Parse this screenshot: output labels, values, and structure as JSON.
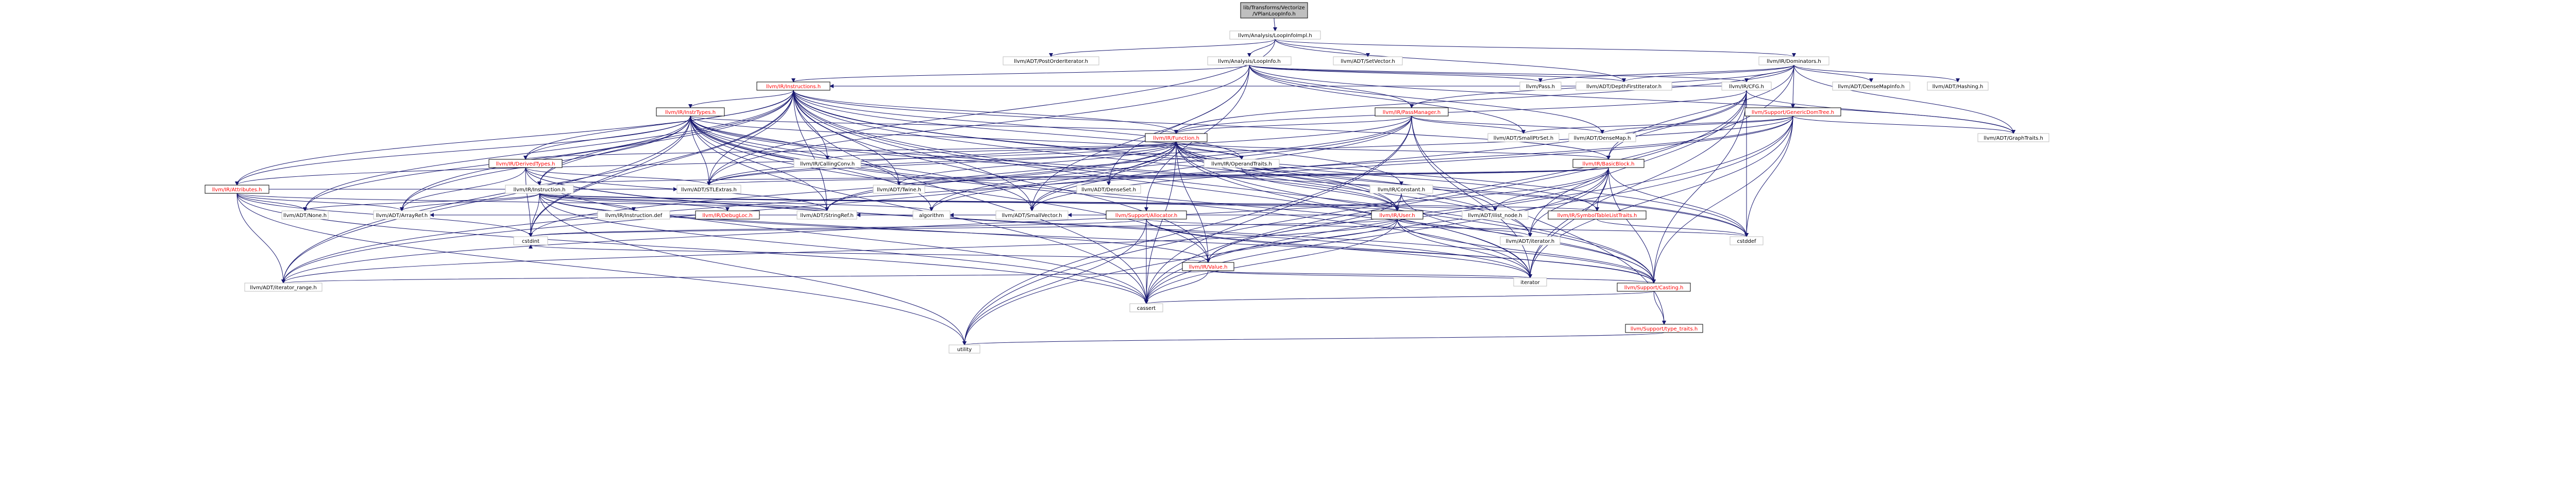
{
  "colors": {
    "edge": "#191970",
    "root_fill": "#bfbfbf",
    "node_fill": "#ffffff",
    "node_stroke_plain": "#bfbfbf",
    "node_stroke_linked": "#000000",
    "text_plain": "#000000",
    "text_linked": "#ff0000"
  },
  "nodes": [
    {
      "id": "root",
      "label": "lib/Transforms/Vectorize\n/VPlanLoopInfo.h",
      "kind": "root"
    },
    {
      "id": "loopinfoimpl",
      "label": "llvm/Analysis/LoopInfoImpl.h",
      "kind": "plain"
    },
    {
      "id": "postorder",
      "label": "llvm/ADT/PostOrderIterator.h",
      "kind": "plain"
    },
    {
      "id": "loopinfo",
      "label": "llvm/Analysis/LoopInfo.h",
      "kind": "plain"
    },
    {
      "id": "setvector",
      "label": "llvm/ADT/SetVector.h",
      "kind": "plain"
    },
    {
      "id": "dominators",
      "label": "llvm/IR/Dominators.h",
      "kind": "plain"
    },
    {
      "id": "instructions",
      "label": "llvm/IR/Instructions.h",
      "kind": "linked"
    },
    {
      "id": "pass",
      "label": "llvm/Pass.h",
      "kind": "plain"
    },
    {
      "id": "dfi",
      "label": "llvm/ADT/DepthFirstIterator.h",
      "kind": "plain"
    },
    {
      "id": "cfg",
      "label": "llvm/IR/CFG.h",
      "kind": "plain"
    },
    {
      "id": "densemapinfo",
      "label": "llvm/ADT/DenseMapInfo.h",
      "kind": "plain"
    },
    {
      "id": "hashing",
      "label": "llvm/ADT/Hashing.h",
      "kind": "plain"
    },
    {
      "id": "insttypes",
      "label": "llvm/IR/InstrTypes.h",
      "kind": "linked"
    },
    {
      "id": "passmanager",
      "label": "llvm/IR/PassManager.h",
      "kind": "linked"
    },
    {
      "id": "gendomtree",
      "label": "llvm/Support/GenericDomTree.h",
      "kind": "linked"
    },
    {
      "id": "function",
      "label": "llvm/IR/Function.h",
      "kind": "linked"
    },
    {
      "id": "smallptrset",
      "label": "llvm/ADT/SmallPtrSet.h",
      "kind": "plain"
    },
    {
      "id": "densemap",
      "label": "llvm/ADT/DenseMap.h",
      "kind": "plain"
    },
    {
      "id": "graphtraits",
      "label": "llvm/ADT/GraphTraits.h",
      "kind": "plain"
    },
    {
      "id": "derivedtypes",
      "label": "llvm/IR/DerivedTypes.h",
      "kind": "linked"
    },
    {
      "id": "callingconv",
      "label": "llvm/IR/CallingConv.h",
      "kind": "plain"
    },
    {
      "id": "operandtraits",
      "label": "llvm/IR/OperandTraits.h",
      "kind": "plain"
    },
    {
      "id": "basicblock",
      "label": "llvm/IR/BasicBlock.h",
      "kind": "linked"
    },
    {
      "id": "attributes",
      "label": "llvm/IR/Attributes.h",
      "kind": "linked"
    },
    {
      "id": "stlextras",
      "label": "llvm/ADT/STLExtras.h",
      "kind": "plain"
    },
    {
      "id": "twine",
      "label": "llvm/ADT/Twine.h",
      "kind": "plain"
    },
    {
      "id": "densesetdf",
      "label": "llvm/ADT/DenseSet.h",
      "kind": "plain"
    },
    {
      "id": "constant",
      "label": "llvm/IR/Constant.h",
      "kind": "plain"
    },
    {
      "id": "instruction",
      "label": "llvm/IR/Instruction.h",
      "kind": "plain"
    },
    {
      "id": "allocator",
      "label": "llvm/Support/Allocator.h",
      "kind": "linked"
    },
    {
      "id": "none",
      "label": "llvm/ADT/None.h",
      "kind": "plain"
    },
    {
      "id": "arrayref",
      "label": "llvm/ADT/ArrayRef.h",
      "kind": "plain"
    },
    {
      "id": "instdef",
      "label": "llvm/IR/Instruction.def",
      "kind": "plain"
    },
    {
      "id": "debugloc",
      "label": "llvm/IR/DebugLoc.h",
      "kind": "linked"
    },
    {
      "id": "stringref",
      "label": "llvm/ADT/StringRef.h",
      "kind": "plain"
    },
    {
      "id": "algorithm",
      "label": "algorithm",
      "kind": "plain"
    },
    {
      "id": "smallvector",
      "label": "llvm/ADT/SmallVector.h",
      "kind": "plain"
    },
    {
      "id": "user",
      "label": "llvm/IR/User.h",
      "kind": "linked"
    },
    {
      "id": "ilistnode",
      "label": "llvm/ADT/ilist_node.h",
      "kind": "plain"
    },
    {
      "id": "symtraits",
      "label": "llvm/IR/SymbolTableListTraits.h",
      "kind": "linked"
    },
    {
      "id": "cstdint",
      "label": "cstdint",
      "kind": "plain"
    },
    {
      "id": "adtiterator",
      "label": "llvm/ADT/iterator.h",
      "kind": "plain"
    },
    {
      "id": "cstddef",
      "label": "cstddef",
      "kind": "plain"
    },
    {
      "id": "value",
      "label": "llvm/IR/Value.h",
      "kind": "linked"
    },
    {
      "id": "iterrange",
      "label": "llvm/ADT/iterator_range.h",
      "kind": "plain"
    },
    {
      "id": "iterator",
      "label": "iterator",
      "kind": "plain"
    },
    {
      "id": "casting",
      "label": "llvm/Support/Casting.h",
      "kind": "linked"
    },
    {
      "id": "cassert",
      "label": "cassert",
      "kind": "plain"
    },
    {
      "id": "typetraits",
      "label": "llvm/Support/type_traits.h",
      "kind": "linked"
    },
    {
      "id": "utility",
      "label": "utility",
      "kind": "plain"
    }
  ],
  "edges": [
    [
      "root",
      "loopinfoimpl"
    ],
    [
      "loopinfoimpl",
      "postorder"
    ],
    [
      "loopinfoimpl",
      "loopinfo"
    ],
    [
      "loopinfoimpl",
      "setvector"
    ],
    [
      "loopinfoimpl",
      "dominators"
    ],
    [
      "loopinfoimpl",
      "dfi"
    ],
    [
      "loopinfoimpl",
      "stlextras"
    ],
    [
      "loopinfo",
      "instructions"
    ],
    [
      "loopinfo",
      "pass"
    ],
    [
      "loopinfo",
      "cfg"
    ],
    [
      "loopinfo",
      "passmanager"
    ],
    [
      "loopinfo",
      "smallptrset"
    ],
    [
      "loopinfo",
      "densemap"
    ],
    [
      "loopinfo",
      "graphtraits"
    ],
    [
      "loopinfo",
      "densesetdf"
    ],
    [
      "loopinfo",
      "allocator"
    ],
    [
      "loopinfo",
      "smallvector"
    ],
    [
      "loopinfo",
      "stlextras"
    ],
    [
      "loopinfo",
      "dfi"
    ],
    [
      "dominators",
      "pass"
    ],
    [
      "dominators",
      "dfi"
    ],
    [
      "dominators",
      "cfg"
    ],
    [
      "dominators",
      "densemapinfo"
    ],
    [
      "dominators",
      "hashing"
    ],
    [
      "dominators",
      "gendomtree"
    ],
    [
      "dominators",
      "basicblock"
    ],
    [
      "dominators",
      "passmanager"
    ],
    [
      "dominators",
      "graphtraits"
    ],
    [
      "dominators",
      "function"
    ],
    [
      "dominators",
      "utility"
    ],
    [
      "instructions",
      "insttypes"
    ],
    [
      "instructions",
      "function"
    ],
    [
      "instructions",
      "callingconv"
    ],
    [
      "instructions",
      "operandtraits"
    ],
    [
      "instructions",
      "derivedtypes"
    ],
    [
      "instructions",
      "attributes"
    ],
    [
      "instructions",
      "instruction"
    ],
    [
      "instructions",
      "stlextras"
    ],
    [
      "instructions",
      "twine"
    ],
    [
      "instructions",
      "constant"
    ],
    [
      "instructions",
      "basicblock"
    ],
    [
      "instructions",
      "user"
    ],
    [
      "instructions",
      "value"
    ],
    [
      "instructions",
      "casting"
    ],
    [
      "instructions",
      "cassert"
    ],
    [
      "instructions",
      "iterrange"
    ],
    [
      "instructions",
      "none"
    ],
    [
      "instructions",
      "arrayref"
    ],
    [
      "instructions",
      "stringref"
    ],
    [
      "instructions",
      "cstddef"
    ],
    [
      "instructions",
      "cstdint"
    ],
    [
      "instructions",
      "iterator"
    ],
    [
      "instructions",
      "adtiterator"
    ],
    [
      "instructions",
      "smallvector"
    ],
    [
      "cfg",
      "function"
    ],
    [
      "cfg",
      "basicblock"
    ],
    [
      "cfg",
      "graphtraits"
    ],
    [
      "cfg",
      "adtiterator"
    ],
    [
      "cfg",
      "iterrange"
    ],
    [
      "cfg",
      "instructions"
    ],
    [
      "cfg",
      "casting"
    ],
    [
      "cfg",
      "cassert"
    ],
    [
      "cfg",
      "cstddef"
    ],
    [
      "cfg",
      "iterator"
    ],
    [
      "insttypes",
      "function"
    ],
    [
      "insttypes",
      "derivedtypes"
    ],
    [
      "insttypes",
      "callingconv"
    ],
    [
      "insttypes",
      "operandtraits"
    ],
    [
      "insttypes",
      "attributes"
    ],
    [
      "insttypes",
      "instruction"
    ],
    [
      "insttypes",
      "stlextras"
    ],
    [
      "insttypes",
      "twine"
    ],
    [
      "insttypes",
      "user"
    ],
    [
      "insttypes",
      "value"
    ],
    [
      "insttypes",
      "casting"
    ],
    [
      "insttypes",
      "arrayref"
    ],
    [
      "insttypes",
      "none"
    ],
    [
      "insttypes",
      "stringref"
    ],
    [
      "insttypes",
      "algorithm"
    ],
    [
      "insttypes",
      "cassert"
    ],
    [
      "insttypes",
      "cstddef"
    ],
    [
      "insttypes",
      "cstdint"
    ],
    [
      "insttypes",
      "iterator"
    ],
    [
      "insttypes",
      "smallvector"
    ],
    [
      "insttypes",
      "iterrange"
    ],
    [
      "insttypes",
      "string"
    ],
    [
      "passmanager",
      "function"
    ],
    [
      "passmanager",
      "smallptrset"
    ],
    [
      "passmanager",
      "densemap"
    ],
    [
      "passmanager",
      "stlextras"
    ],
    [
      "passmanager",
      "smallvector"
    ],
    [
      "passmanager",
      "stringref"
    ],
    [
      "passmanager",
      "typetraits"
    ],
    [
      "passmanager",
      "cassert"
    ],
    [
      "passmanager",
      "cstring"
    ],
    [
      "passmanager",
      "iterator"
    ],
    [
      "passmanager",
      "utility"
    ],
    [
      "passmanager",
      "algorithm"
    ],
    [
      "gendomtree",
      "smallptrset"
    ],
    [
      "gendomtree",
      "densemap"
    ],
    [
      "gendomtree",
      "graphtraits"
    ],
    [
      "gendomtree",
      "stlextras"
    ],
    [
      "gendomtree",
      "smallvector"
    ],
    [
      "gendomtree",
      "casting"
    ],
    [
      "gendomtree",
      "cassert"
    ],
    [
      "gendomtree",
      "cstddef"
    ],
    [
      "gendomtree",
      "iterator"
    ],
    [
      "gendomtree",
      "utility"
    ],
    [
      "gendomtree",
      "algorithm"
    ],
    [
      "function",
      "derivedtypes"
    ],
    [
      "function",
      "callingconv"
    ],
    [
      "function",
      "operandtraits"
    ],
    [
      "function",
      "basicblock"
    ],
    [
      "function",
      "attributes"
    ],
    [
      "function",
      "stlextras"
    ],
    [
      "function",
      "twine"
    ],
    [
      "function",
      "densesetdf"
    ],
    [
      "function",
      "ilistnode"
    ],
    [
      "function",
      "symtraits"
    ],
    [
      "function",
      "user"
    ],
    [
      "function",
      "value"
    ],
    [
      "function",
      "casting"
    ],
    [
      "function",
      "iterrange"
    ],
    [
      "function",
      "stringref"
    ],
    [
      "function",
      "cassert"
    ],
    [
      "function",
      "cstddef"
    ],
    [
      "function",
      "cstdint"
    ],
    [
      "function",
      "iterator"
    ],
    [
      "function",
      "smallvector"
    ],
    [
      "function",
      "adtiterator"
    ],
    [
      "derivedtypes",
      "stlextras"
    ],
    [
      "derivedtypes",
      "arrayref"
    ],
    [
      "derivedtypes",
      "stringref"
    ],
    [
      "derivedtypes",
      "casting"
    ],
    [
      "derivedtypes",
      "cassert"
    ],
    [
      "derivedtypes",
      "cstdint"
    ],
    [
      "derivedtypes",
      "iterator"
    ],
    [
      "basicblock",
      "twine"
    ],
    [
      "basicblock",
      "ilistnode"
    ],
    [
      "basicblock",
      "symtraits"
    ],
    [
      "basicblock",
      "instruction"
    ],
    [
      "basicblock",
      "value"
    ],
    [
      "basicblock",
      "casting"
    ],
    [
      "basicblock",
      "cassert"
    ],
    [
      "basicblock",
      "cstddef"
    ],
    [
      "basicblock",
      "iterator"
    ],
    [
      "basicblock",
      "iterrange"
    ],
    [
      "basicblock",
      "adtiterator"
    ],
    [
      "basicblock",
      "stlextras"
    ],
    [
      "attributes",
      "arrayref"
    ],
    [
      "attributes",
      "none"
    ],
    [
      "attributes",
      "stringref"
    ],
    [
      "attributes",
      "stlextras"
    ],
    [
      "attributes",
      "cassert"
    ],
    [
      "attributes",
      "cstdint"
    ],
    [
      "attributes",
      "utility"
    ],
    [
      "attributes",
      "iterrange"
    ],
    [
      "constant",
      "user"
    ],
    [
      "constant",
      "value"
    ],
    [
      "constant",
      "casting"
    ],
    [
      "operandtraits",
      "user"
    ],
    [
      "instruction",
      "arrayref"
    ],
    [
      "instruction",
      "none"
    ],
    [
      "instruction",
      "stringref"
    ],
    [
      "instruction",
      "instdef"
    ],
    [
      "instruction",
      "debugloc"
    ],
    [
      "instruction",
      "symtraits"
    ],
    [
      "instruction",
      "user"
    ],
    [
      "instruction",
      "value"
    ],
    [
      "instruction",
      "ilistnode"
    ],
    [
      "instruction",
      "algorithm"
    ],
    [
      "instruction",
      "casting"
    ],
    [
      "instruction",
      "cassert"
    ],
    [
      "instruction",
      "cstdint"
    ],
    [
      "instruction",
      "utility"
    ],
    [
      "allocator",
      "smallvector"
    ],
    [
      "allocator",
      "casting"
    ],
    [
      "allocator",
      "algorithm"
    ],
    [
      "allocator",
      "cassert"
    ],
    [
      "allocator",
      "cstddef"
    ],
    [
      "allocator",
      "cstdint"
    ],
    [
      "allocator",
      "iterator"
    ],
    [
      "allocator",
      "utility"
    ],
    [
      "user",
      "value"
    ],
    [
      "user",
      "casting"
    ],
    [
      "user",
      "iterrange"
    ],
    [
      "user",
      "adtiterator"
    ],
    [
      "user",
      "arrayref"
    ],
    [
      "user",
      "cassert"
    ],
    [
      "user",
      "cstdint"
    ],
    [
      "user",
      "iterator"
    ],
    [
      "user",
      "stringref"
    ],
    [
      "symtraits",
      "cstddef"
    ],
    [
      "value",
      "iterrange"
    ],
    [
      "value",
      "casting"
    ],
    [
      "value",
      "cassert"
    ],
    [
      "value",
      "iterator"
    ],
    [
      "value",
      "cstdint"
    ],
    [
      "casting",
      "cassert"
    ],
    [
      "casting",
      "typetraits"
    ],
    [
      "typetraits",
      "utility"
    ]
  ]
}
